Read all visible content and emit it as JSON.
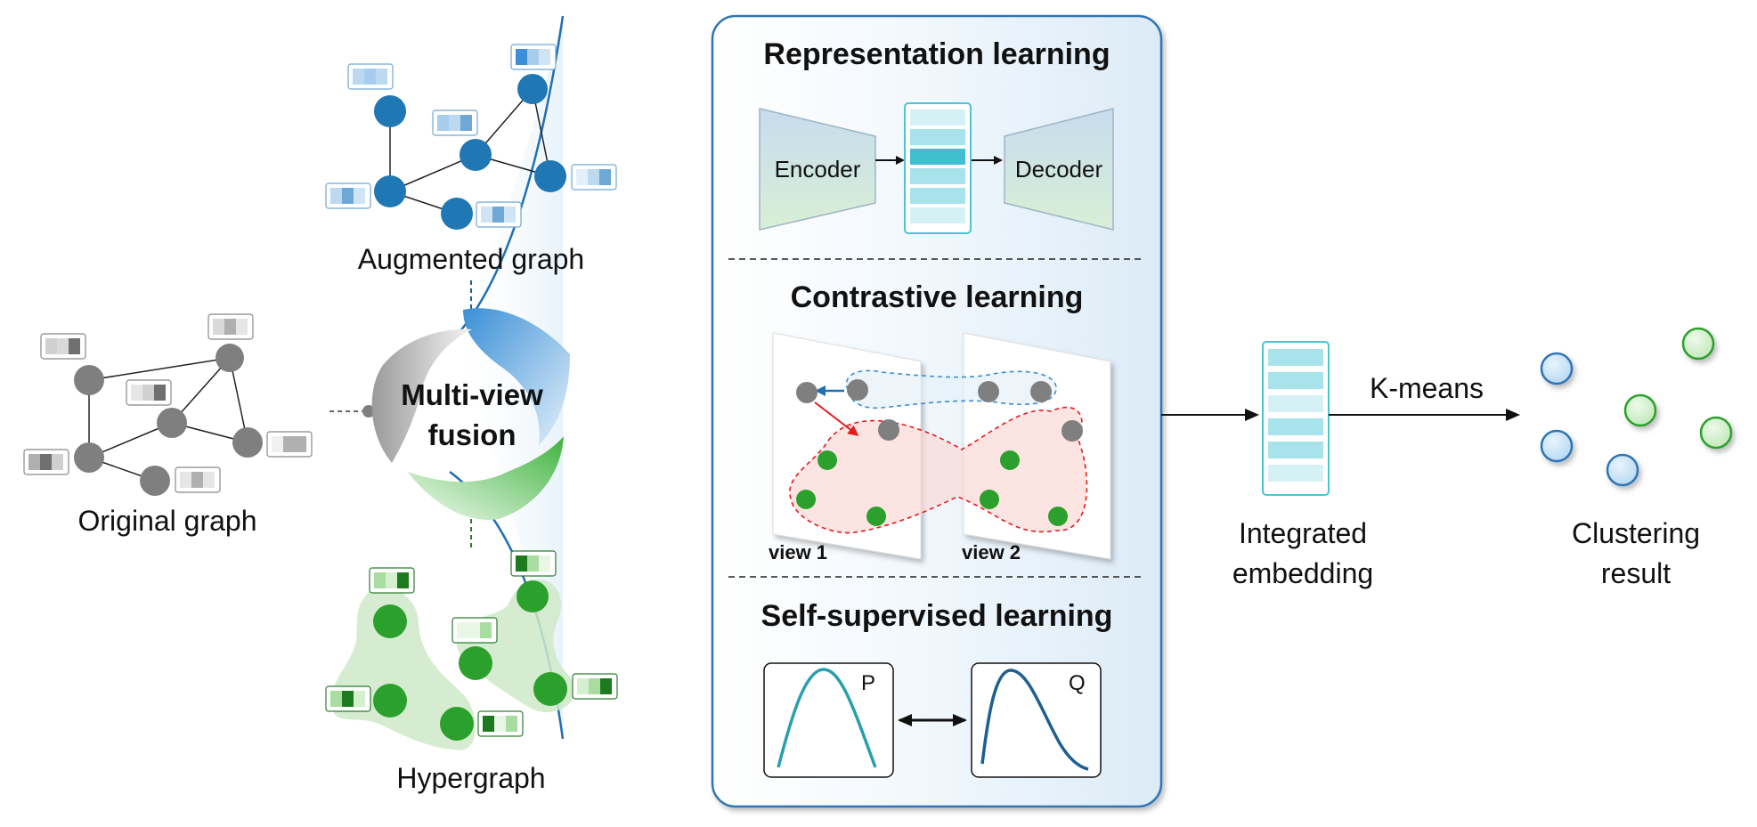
{
  "labels": {
    "original_graph": "Original graph",
    "augmented_graph": "Augmented graph",
    "hypergraph": "Hypergraph",
    "fusion_line1": "Multi-view",
    "fusion_line2": "fusion",
    "representation_learning": "Representation learning",
    "encoder": "Encoder",
    "decoder": "Decoder",
    "contrastive_learning": "Contrastive learning",
    "view1": "view 1",
    "view2": "view 2",
    "self_supervised_learning": "Self-supervised learning",
    "dist_p": "P",
    "dist_q": "Q",
    "integrated_line1": "Integrated",
    "integrated_line2": "embedding",
    "kmeans": "K-means",
    "clustering_line1": "Clustering",
    "clustering_line2": "result"
  },
  "colors": {
    "gray_node": "#7f7f7f",
    "blue_node": "#1f77b4",
    "green_node": "#2ca02c",
    "panel_border": "#2e75b6",
    "teal": "#4bc4d4",
    "red_arrow": "#e31a1c",
    "cluster_blue": "#c9e3f7",
    "cluster_green": "#d5f2d0"
  }
}
